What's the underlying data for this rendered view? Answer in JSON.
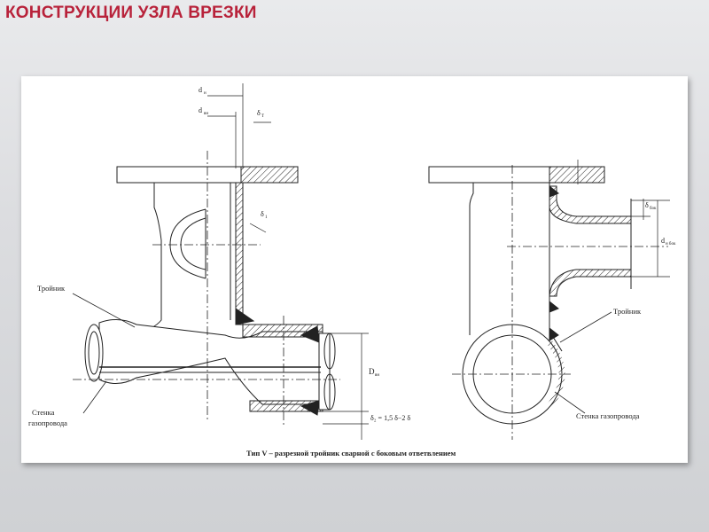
{
  "slide": {
    "title": "КОНСТРУКЦИИ УЗЛА ВРЕЗКИ",
    "title_color": "#b8223a"
  },
  "figure": {
    "caption": "Тип V – разрезной тройник сварной с боковым ответвлением",
    "left_view": {
      "labels": {
        "tee": "Тройник",
        "pipe_wall_line1": "Стенка",
        "pipe_wall_line2": "газопровода",
        "dim_dn": "d",
        "dim_dn_sub": "н",
        "dim_dvn": "d",
        "dim_dvn_sub": "вн",
        "dim_delta_t": "δ",
        "dim_delta_t_sub": "Т",
        "dim_delta_1": "δ",
        "dim_delta_1_sub": "1",
        "dim_D": "D",
        "dim_D_sub": "вн",
        "formula": "δ₂ = 1,5 δ−2 δ"
      }
    },
    "right_view": {
      "labels": {
        "tee": "Тройник",
        "pipe_wall": "Стенка газопровода",
        "dim_delta_bok": "δ",
        "dim_delta_bok_sub": "бок",
        "dim_d_bok": "d",
        "dim_d_bok_sub": "н бок"
      }
    }
  }
}
